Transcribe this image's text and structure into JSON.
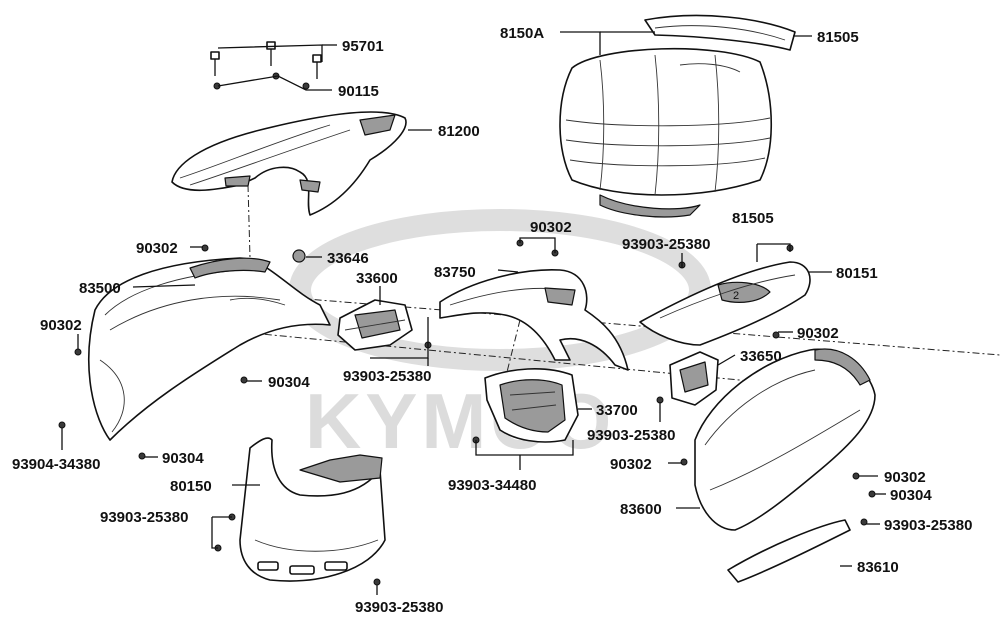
{
  "watermark": {
    "brand": "KYMCO"
  },
  "labels": {
    "l_95701": "95701",
    "l_90115": "90115",
    "l_8150A": "8150A",
    "l_81505_top": "81505",
    "l_81200": "81200",
    "l_90302_a": "90302",
    "l_33646": "33646",
    "l_83500": "83500",
    "l_33600": "33600",
    "l_90302_b": "90302",
    "l_93903_25380_a": "93903-25380",
    "l_90304_a": "90304",
    "l_93904_34380": "93904-34380",
    "l_90304_b": "90304",
    "l_80150": "80150",
    "l_93903_25380_b": "93903-25380",
    "l_93903_25380_c": "93903-25380",
    "l_90302_c": "90302",
    "l_83750": "83750",
    "l_93903_34480": "93903-34480",
    "l_33700": "33700",
    "l_93903_25380_d": "93903-25380",
    "l_81505_mid": "81505",
    "l_93903_25380_e": "93903-25380",
    "l_80151": "80151",
    "l_90302_d": "90302",
    "l_33650": "33650",
    "l_90302_e": "90302",
    "l_90302_f": "90302",
    "l_90304_c": "90304",
    "l_83600": "83600",
    "l_93903_25380_f": "93903-25380",
    "l_83610": "83610"
  }
}
